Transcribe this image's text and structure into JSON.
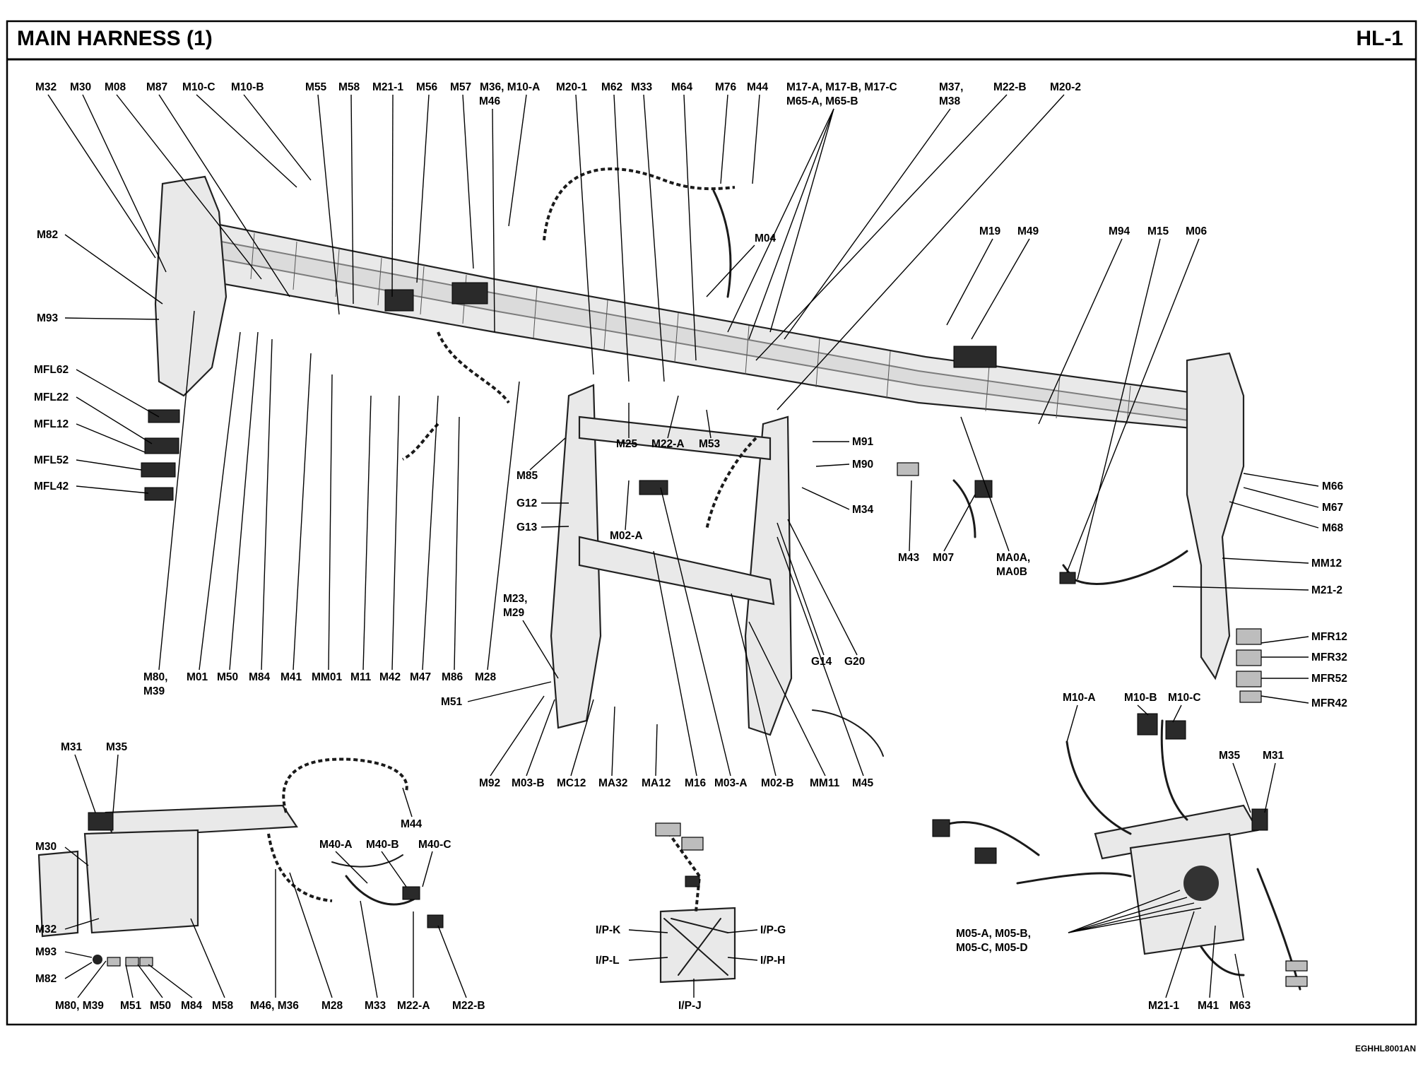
{
  "header": {
    "title": "MAIN HARNESS (1)",
    "page_code": "HL-1"
  },
  "footer": {
    "code": "EGHHL8001AN"
  },
  "main_view": {
    "top_labels": [
      "M32",
      "M30",
      "M08",
      "M87",
      "M10-C",
      "M10-B",
      "M55",
      "M58",
      "M21-1",
      "M56",
      "M57",
      "M36, M10-A",
      "M46",
      "M20-1",
      "M62",
      "M33",
      "M64",
      "M76",
      "M44",
      "M17-A, M17-B, M17-C",
      "M65-A, M65-B",
      "M37,",
      "M38",
      "M22-B",
      "M20-2"
    ],
    "left_labels": [
      "M82",
      "M93",
      "MFL62",
      "MFL22",
      "MFL12",
      "MFL52",
      "MFL42"
    ],
    "mid_labels": [
      "M04",
      "M19",
      "M49",
      "M94",
      "M15",
      "M06",
      "M25",
      "M22-A",
      "M53",
      "M85",
      "M91",
      "M90",
      "M34",
      "G12",
      "G13",
      "M02-A",
      "M43",
      "M07",
      "MA0A,",
      "MA0B",
      "M23,",
      "M29",
      "M51",
      "G14",
      "G20"
    ],
    "right_labels": [
      "M66",
      "M67",
      "M68",
      "MM12",
      "M21-2",
      "MFR12",
      "MFR32",
      "MFR52",
      "MFR42"
    ],
    "bottom_left_labels": [
      "M80,",
      "M39",
      "M01",
      "M50",
      "M84",
      "M41",
      "MM01",
      "M11",
      "M42",
      "M47",
      "M86",
      "M28"
    ],
    "bottom_center_labels": [
      "M92",
      "M03-B",
      "MC12",
      "MA32",
      "MA12",
      "M16",
      "M03-A",
      "M02-B",
      "MM11",
      "M45"
    ]
  },
  "detail_left": {
    "labels": [
      "M31",
      "M35",
      "M30",
      "M32",
      "M93",
      "M82",
      "M80, M39",
      "M51",
      "M50",
      "M84",
      "M58",
      "M44",
      "M40-A",
      "M40-B",
      "M40-C",
      "M46, M36",
      "M28",
      "M33",
      "M22-A",
      "M22-B"
    ]
  },
  "detail_center": {
    "labels": [
      "I/P-K",
      "I/P-G",
      "I/P-L",
      "I/P-H",
      "I/P-J"
    ]
  },
  "detail_right": {
    "labels": [
      "M10-A",
      "M10-B",
      "M10-C",
      "M35",
      "M31",
      "M05-A, M05-B,",
      "M05-C, M05-D",
      "M21-1",
      "M41",
      "M63"
    ]
  }
}
